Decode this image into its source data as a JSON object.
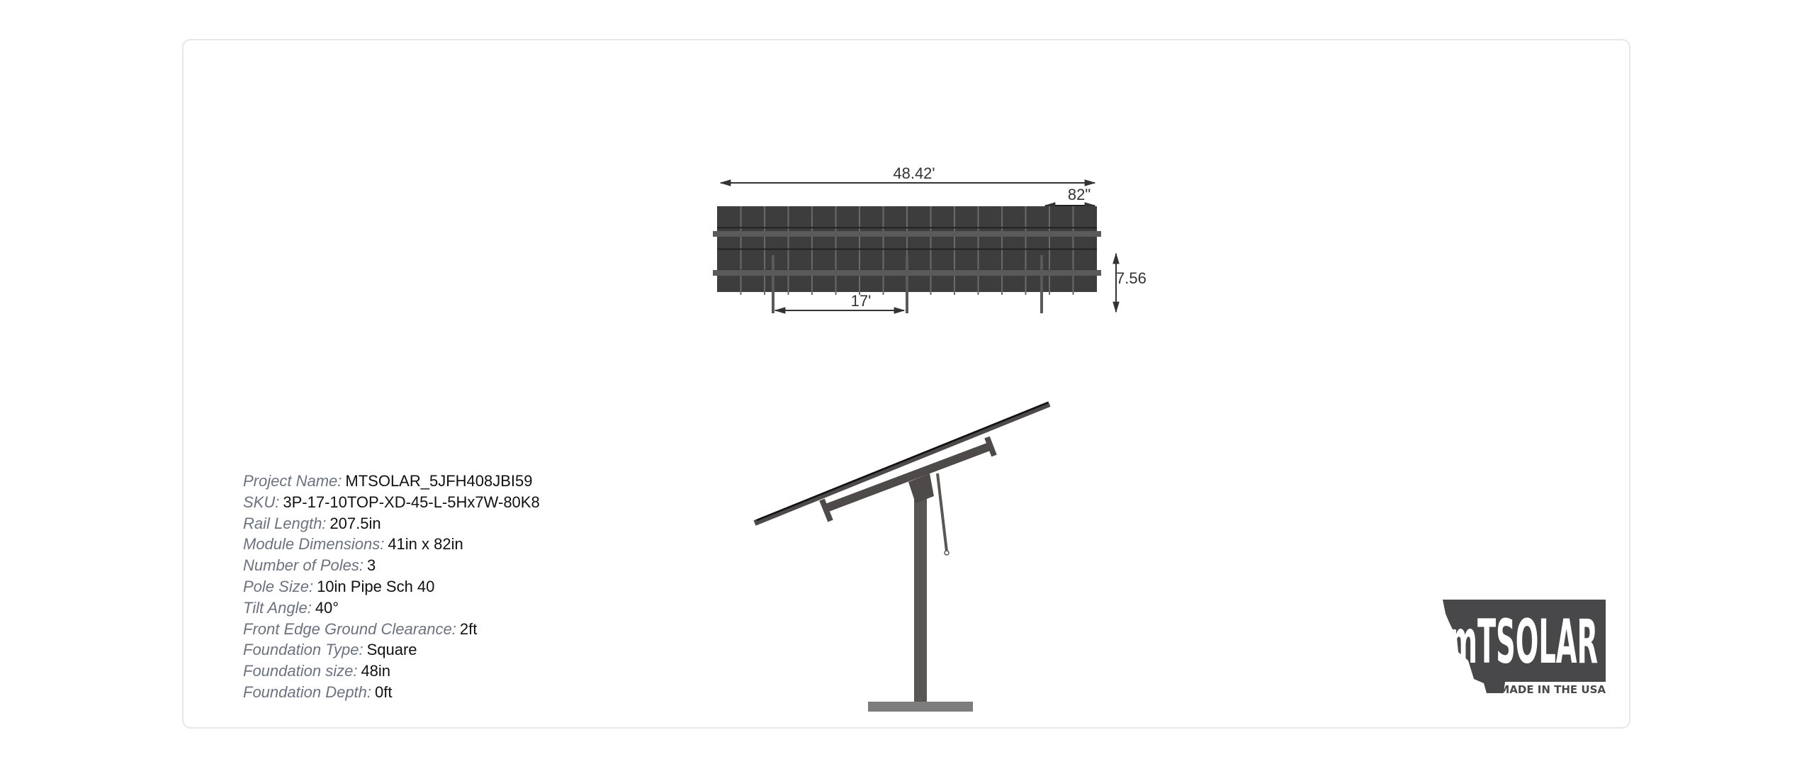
{
  "front_view": {
    "total_width": "48.42'",
    "module_length": "82\"",
    "height": "7.56",
    "pole_spacing": "17'"
  },
  "specs": [
    {
      "label": "Project Name:",
      "value": "MTSOLAR_5JFH408JBI59"
    },
    {
      "label": "SKU:",
      "value": "3P-17-10TOP-XD-45-L-5Hx7W-80K8"
    },
    {
      "label": "Rail Length:",
      "value": "207.5in"
    },
    {
      "label": "Module Dimensions:",
      "value": "41in x 82in"
    },
    {
      "label": "Number of Poles:",
      "value": "3"
    },
    {
      "label": "Pole Size:",
      "value": "10in Pipe Sch 40"
    },
    {
      "label": "Tilt Angle:",
      "value": "40°"
    },
    {
      "label": "Front Edge Ground Clearance:",
      "value": "2ft"
    },
    {
      "label": "Foundation Type:",
      "value": "Square"
    },
    {
      "label": "Foundation size:",
      "value": "48in"
    },
    {
      "label": "Foundation Depth:",
      "value": "0ft"
    }
  ],
  "logo": {
    "brand": "mTSOLAR",
    "tagline": "MADE IN THE USA"
  },
  "colors": {
    "structure": "#4e4a4a",
    "panel": "#3d3d3d",
    "base": "#7d7d7d",
    "label": "#6b7280"
  }
}
